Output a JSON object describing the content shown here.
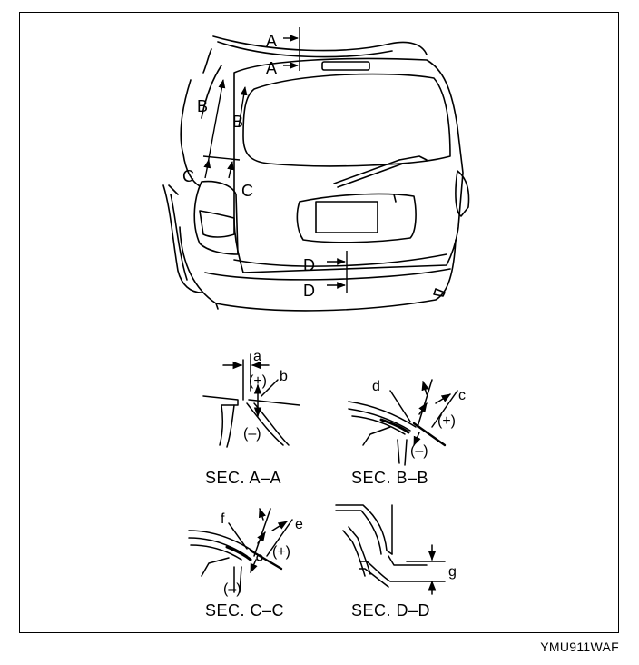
{
  "figure_code": "YMU911WAF",
  "callouts": {
    "section_a": "A",
    "section_b": "B",
    "section_c": "C",
    "section_d": "D"
  },
  "sections": [
    {
      "caption": "SEC. A–A",
      "dims": [
        "a",
        "b"
      ],
      "plus": "(+)",
      "minus": "(–)"
    },
    {
      "caption": "SEC. B–B",
      "dims": [
        "d",
        "c"
      ],
      "plus": "(+)",
      "minus": "(–)"
    },
    {
      "caption": "SEC. C–C",
      "dims": [
        "f",
        "e"
      ],
      "plus": "(+)",
      "minus": "(–)"
    },
    {
      "caption": "SEC. D–D",
      "dims": [
        "g"
      ]
    }
  ]
}
